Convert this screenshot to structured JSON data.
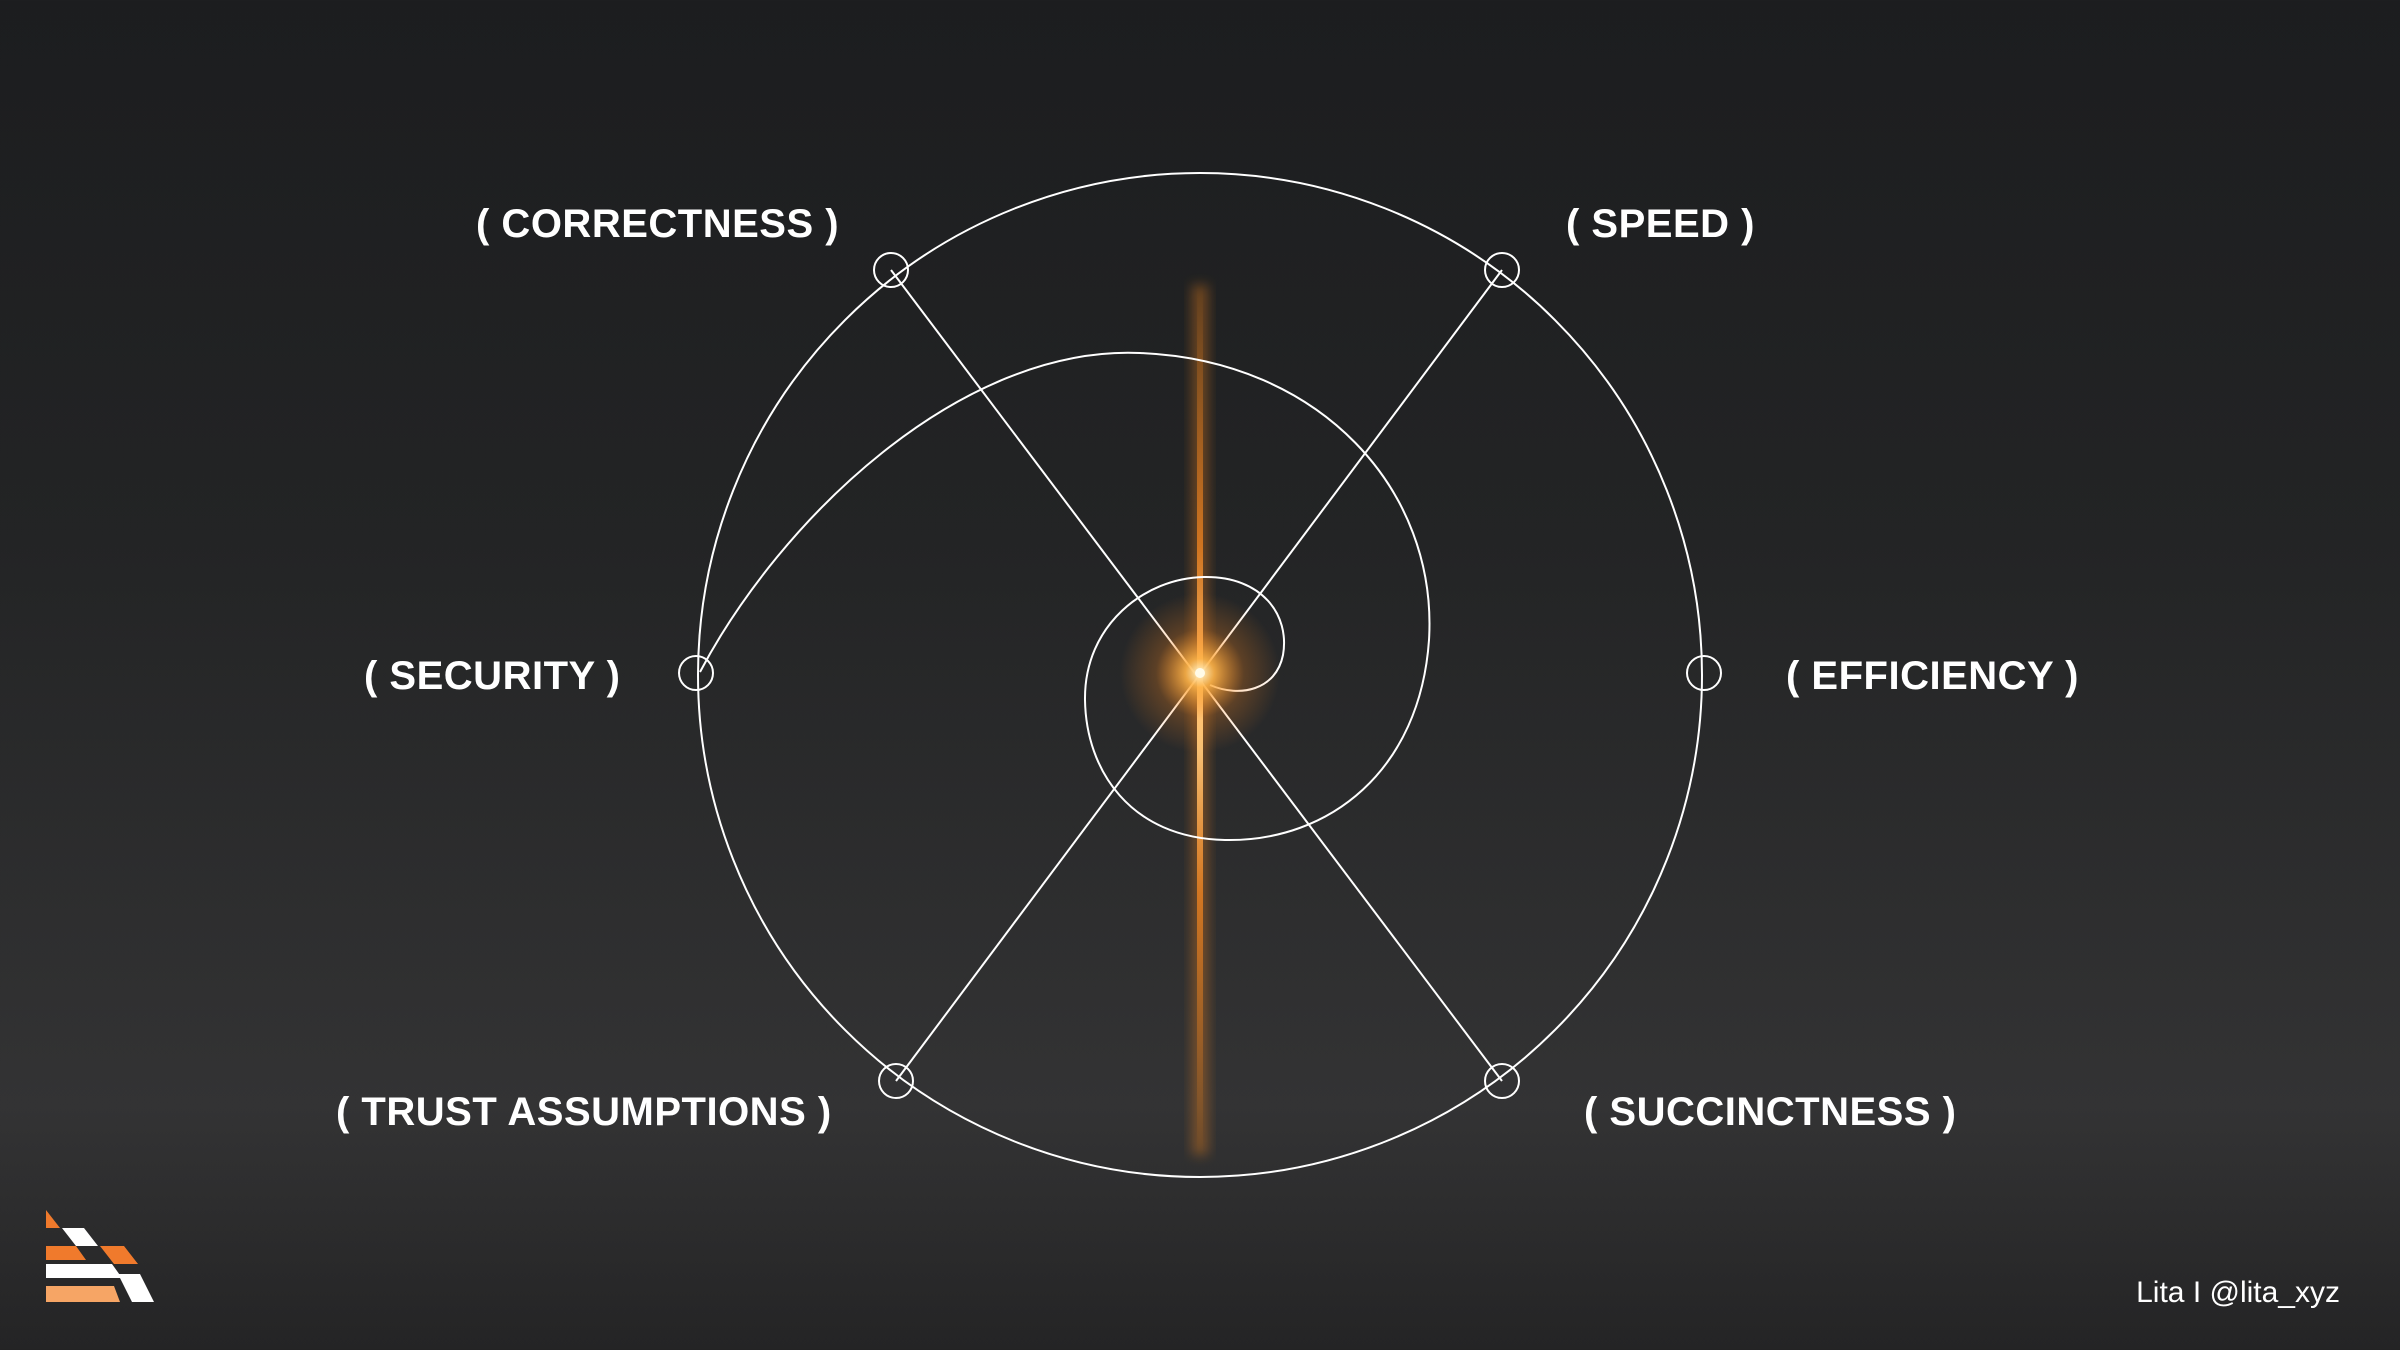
{
  "diagram": {
    "labels": {
      "correctness": "( CORRECTNESS )",
      "speed": "( SPEED )",
      "security": "( SECURITY )",
      "efficiency": "( EFFICIENCY )",
      "trust_assumptions": "( TRUST ASSUMPTIONS )",
      "succinctness": "( SUCCINCTNESS )"
    },
    "colors": {
      "line": "#ffffff",
      "glow": "#ff8a1f",
      "background_top": "#1c1d1f",
      "background_bottom": "#333334"
    }
  },
  "footer": {
    "credit": "Lita I @lita_xyz"
  },
  "logo": {
    "icon": "lita-logo-icon",
    "colors": {
      "orange": "#f07a2c",
      "orange_light": "#f6a565",
      "white": "#ffffff"
    }
  }
}
